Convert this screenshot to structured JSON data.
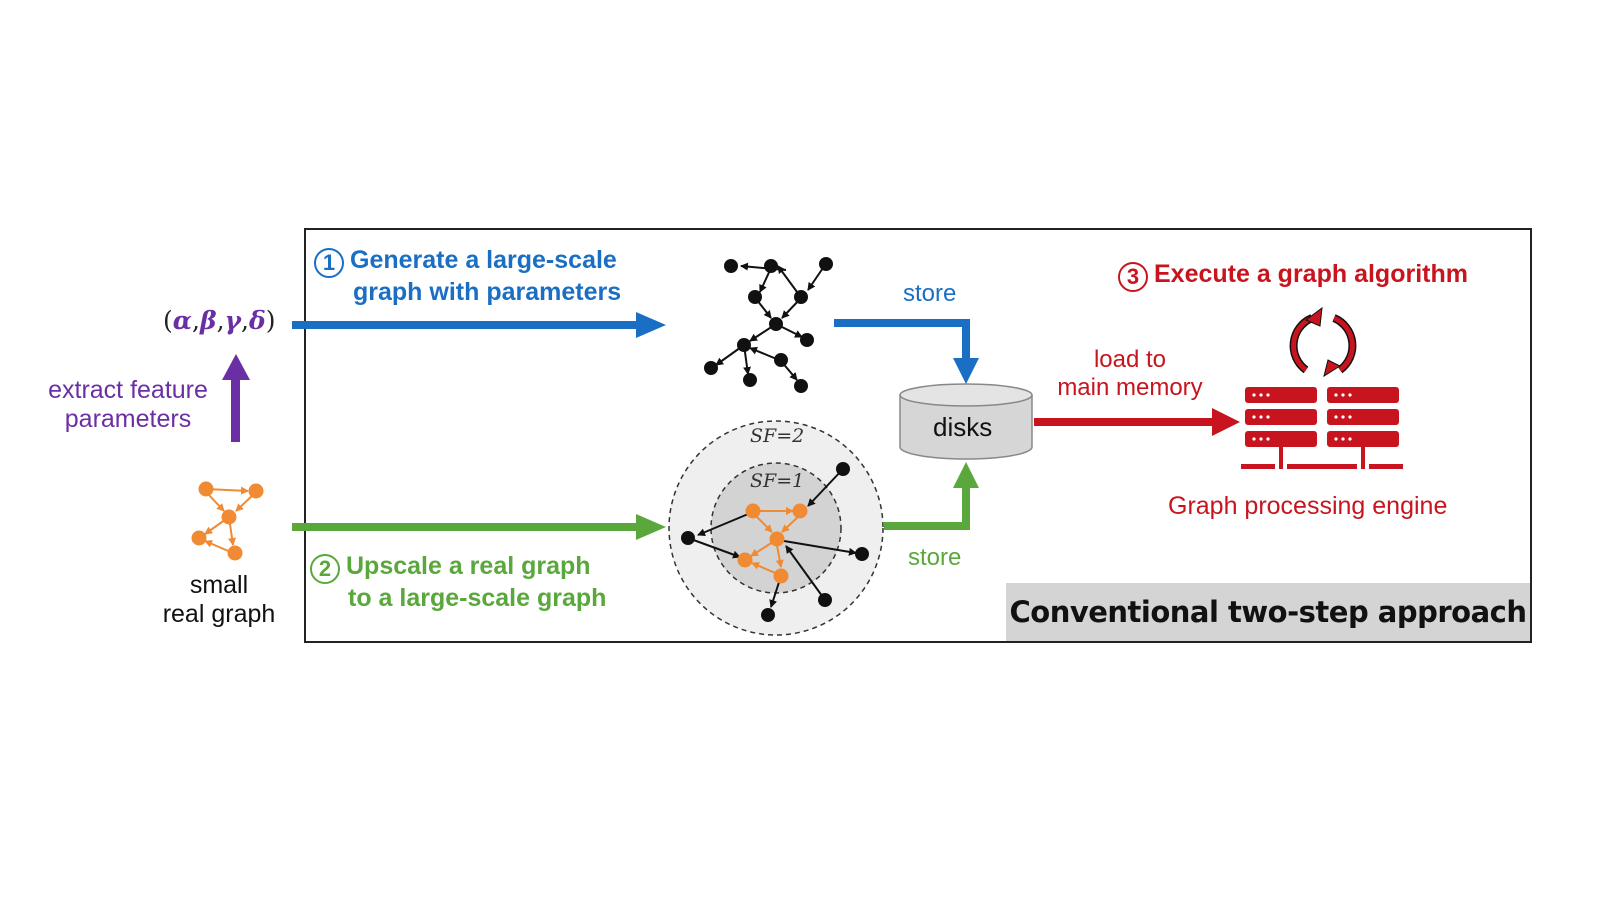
{
  "diagram": {
    "title_banner": "Conventional two-step approach",
    "parameters_label": {
      "open": "(",
      "symbols": [
        "α",
        "β",
        "γ",
        "δ"
      ],
      "separator": ",",
      "close": ")"
    },
    "extract_label": [
      "extract feature",
      "parameters"
    ],
    "small_graph_label": [
      "small",
      "real graph"
    ],
    "step1": {
      "number": "1",
      "lines": [
        "Generate a large-scale",
        "graph with parameters"
      ]
    },
    "step2": {
      "number": "2",
      "lines": [
        "Upscale a real graph",
        "to a large-scale graph"
      ]
    },
    "step3": {
      "number": "3",
      "text": "Execute a graph algorithm"
    },
    "store_top": "store",
    "store_bottom": "store",
    "disks_label": "disks",
    "load_label": [
      "load to",
      "main memory"
    ],
    "engine_label": "Graph processing engine",
    "scale_factors": [
      "SF=2",
      "SF=1"
    ],
    "icons": {
      "generated_graph": "network-graph-icon",
      "upscaled_graph": "scaled-graph-icon",
      "small_graph": "small-graph-icon",
      "disk": "database-cylinder-icon",
      "server": "server-rack-icon",
      "cycle": "refresh-cycle-icon"
    },
    "colors": {
      "step1": "#1a6fc4",
      "step2": "#5aa83c",
      "step3": "#c8141e",
      "extract": "#6b2fa5",
      "real_graph": "#f08a33",
      "banner_bg": "#d4d4d4"
    }
  }
}
